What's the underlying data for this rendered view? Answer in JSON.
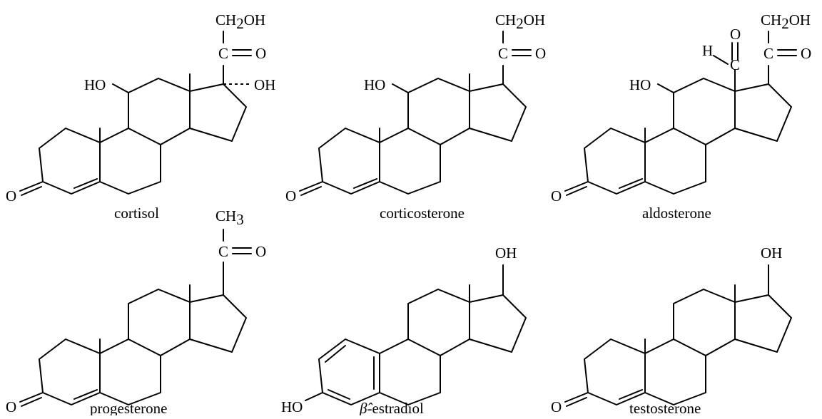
{
  "molecules": [
    {
      "name": "cortisol",
      "labels": {
        "ketone_o": "O",
        "c11_ho": "HO",
        "c17_oh": "OH",
        "c20_c": "C",
        "c20_o": "O",
        "c21_ch": "CH",
        "c21_sub": "2",
        "c21_oh": "OH"
      }
    },
    {
      "name": "corticosterone",
      "labels": {
        "ketone_o": "O",
        "c11_ho": "HO",
        "c20_c": "C",
        "c20_o": "O",
        "c21_ch": "CH",
        "c21_sub": "2",
        "c21_oh": "OH"
      }
    },
    {
      "name": "aldosterone",
      "labels": {
        "ketone_o": "O",
        "c11_ho": "HO",
        "ald_h": "H",
        "ald_o": "O",
        "ald_c": "C",
        "c20_c": "C",
        "c20_o": "O",
        "c21_ch": "CH",
        "c21_sub": "2",
        "c21_oh": "OH"
      }
    },
    {
      "name": "progesterone",
      "labels": {
        "ketone_o": "O",
        "ch3_ch": "CH",
        "ch3_sub": "3",
        "c20_c": "C",
        "c20_o": "O"
      }
    },
    {
      "name": "-estradiol",
      "prefix": "β̂",
      "labels": {
        "c3_ho": "HO",
        "c17_oh": "OH"
      }
    },
    {
      "name": "testosterone",
      "labels": {
        "ketone_o": "O",
        "c17_oh": "OH"
      }
    }
  ]
}
